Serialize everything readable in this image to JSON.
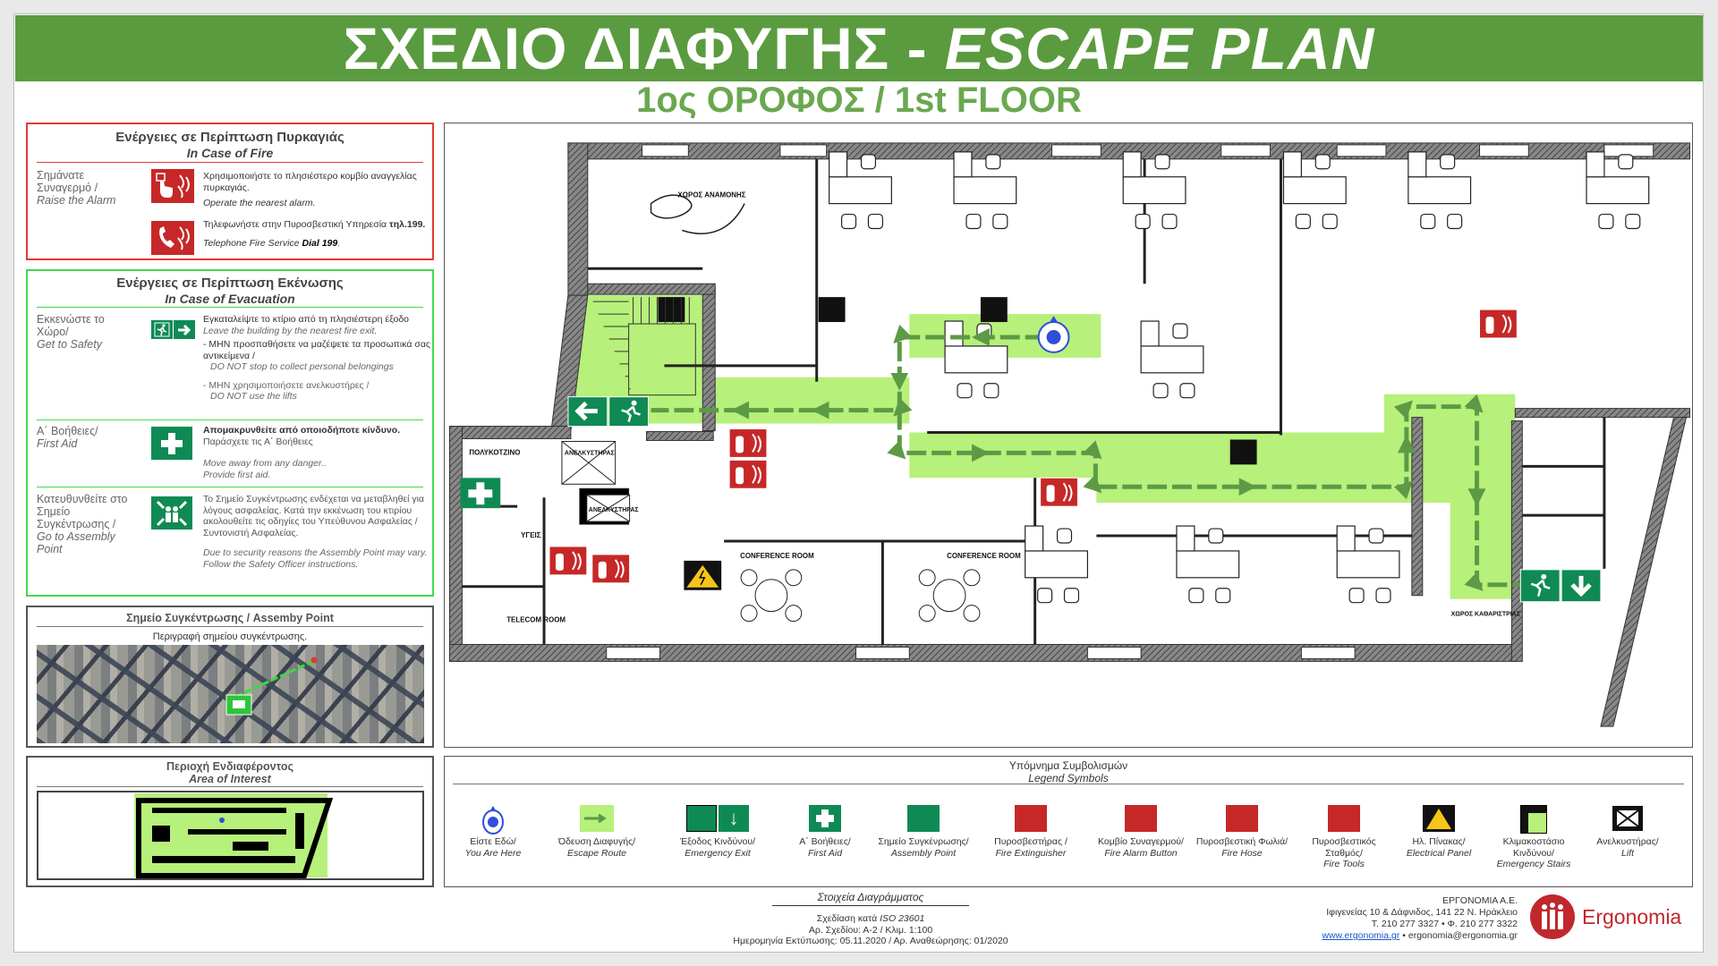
{
  "title": {
    "greek": "ΣΧΕΔΙΟ ΔΙΑΦΥΓΗΣ -",
    "english": "ESCAPE PLAN"
  },
  "subtitle": "1ος ΟΡΟΦΟΣ / 1st FLOOR",
  "colors": {
    "title_bar": "#5a9b3f",
    "escape_route": "#b7f07a",
    "arrow": "#5d9a46",
    "sign_red": "#c62828",
    "sign_green": "#0f8a55",
    "you_are_here": "#2f4fd8",
    "fire_border": "#e53935",
    "evac_border": "#43d94f",
    "logo_red": "#c0282d"
  },
  "fire": {
    "heading_gr": "Ενέργειες σε Περίπτωση Πυρκαγιάς",
    "heading_en": "In Case of Fire",
    "label_gr": "Σημάνατε Συναγερμό /",
    "label_en": "Raise the Alarm",
    "row1_gr": "Χρησιμοποιήστε το πλησιέστερο κομβίο αναγγελίας πυρκαγιάς.",
    "row1_en": "Operate the nearest alarm.",
    "row2_gr": "Τηλεφωνήστε στην Πυροσβεστική Υπηρεσία",
    "row2_gr_bold": "τηλ.199.",
    "row2_en": "Telephone Fire Service",
    "row2_en_bold": "Dial 199",
    "icon1": "fire-alarm-button-icon",
    "icon2": "fire-phone-icon"
  },
  "evacuation": {
    "heading_gr": "Ενέργειες σε Περίπτωση Εκένωσης",
    "heading_en": "In Case of Evacuation",
    "rows": [
      {
        "label_gr": "Εκκενώστε το Χώρο/",
        "label_en": "Get to Safety",
        "text_gr": "Εγκαταλείψτε το κτίριο από τη πλησιέστερη έξοδο",
        "text_en": "Leave the building by the nearest fire exit.",
        "note1_gr": "- ΜΗΝ προσπαθήσετε να μαζέψετε τα προσωπικά   σας αντικείμενα /",
        "note1_en": "DO NOT stop to collect personal belongings",
        "note2_gr": "- ΜΗΝ χρησιμοποιήσετε ανελκυστήρες /",
        "note2_en": "DO NOT use the lifts",
        "icon": "emergency-exit-icon"
      },
      {
        "label_gr": "Α΄ Βοήθειες/",
        "label_en": "First Aid",
        "text_gr_bold": "Απομακρυνθείτε από οποιοδήποτε κίνδυνο.",
        "text_gr": "Παράσχετε τις Α΄ Βοήθειες",
        "text_en": "Move away from any danger.. Provide first aid.",
        "icon": "first-aid-icon"
      },
      {
        "label_gr": "Κατευθυνθείτε στο Σημείο Συγκέντρωσης /",
        "label_en": "Go to Assembly Point",
        "text_gr": "Το Σημείο Συγκέντρωσης ενδέχεται να μεταβληθεί για λόγους ασφαλείας. Κατά την εκκένωση του κτιρίου ακολουθείτε τις οδηγίες του Υπεύθυνου Ασφαλείας / Συντονιστή Ασφαλείας.",
        "text_en": "Due to security reasons the Assembly Point may vary. Follow the Safety Officer instructions.",
        "icon": "assembly-point-icon"
      }
    ]
  },
  "assembly": {
    "heading": "Σημείο Συγκέντρωσης / Assemby Point",
    "description": "Περιγραφή σημείου συγκέντρωσης."
  },
  "area": {
    "heading_gr": "Περιοχή Ενδιαφέροντος",
    "heading_en": "Area of Interest"
  },
  "plan": {
    "rooms": [
      "ΧΩΡΟΣ ΑΝΑΜΟΝΗΣ",
      "ΠΟΛΥΚΟΤΖΙΝΟ",
      "ΑΝΕΛΚΥΣΤΗΡΑΣ",
      "ΑΝΕΛΚΥΣΤΗΡΑΣ",
      "ΥΓΕΙΣ",
      "CONFERENCE ROOM",
      "CONFERENCE ROOM",
      "TELECOM ROOM",
      "ΧΩΡΟΣ ΚΑΘΑΡΙΣΤΡΙΑΣ"
    ]
  },
  "legend": {
    "heading_gr": "Υπόμνημα Συμβολισμών",
    "heading_en": "Legend Symbols",
    "items": [
      {
        "gr": "Είστε Εδώ/",
        "en": "You Are Here",
        "icon": "you-are-here-icon"
      },
      {
        "gr": "Όδευση Διαφυγής/",
        "en": "Escape Route",
        "icon": "escape-route-icon"
      },
      {
        "gr": "Έξοδος Κινδύνου/",
        "en": "Emergency Exit",
        "icon": "emergency-exit-icon"
      },
      {
        "gr": "Α΄ Βοήθειες/",
        "en": "First Aid",
        "icon": "first-aid-icon"
      },
      {
        "gr": "Σημείο Συγκένρωσης/",
        "en": "Assembly Point",
        "icon": "assembly-point-icon"
      },
      {
        "gr": "Πυροσβεστήρας /",
        "en": "Fire Extinguisher",
        "icon": "fire-extinguisher-icon"
      },
      {
        "gr": "Κομβίο Συναγερμού/",
        "en": "Fire Alarm Button",
        "icon": "fire-alarm-button-icon"
      },
      {
        "gr": "Πυροσβεστική Φωλιά/",
        "en": "Fire Hose",
        "icon": "fire-hose-icon"
      },
      {
        "gr": "Πυροσβεστικός Σταθμός/",
        "en": "Fire Tools",
        "icon": "fire-tools-icon"
      },
      {
        "gr": "Ηλ. Πίνακας/",
        "en": "Electrical Panel",
        "icon": "electrical-panel-icon"
      },
      {
        "gr": "Κλιμακοστάσιο Κινδύνου/",
        "en": "Emergency Stairs",
        "icon": "emergency-stairs-icon"
      },
      {
        "gr": "Ανελκυστήρας/",
        "en": "Lift",
        "icon": "lift-icon"
      }
    ]
  },
  "diagram": {
    "heading": "Στοιχεία Διαγράμματος",
    "line1_pre": "Σχεδίαση κατά",
    "line1_std": "ISO 23601",
    "line2": "Αρ. Σχεδίου: Α-2 / Κλιμ. 1:100",
    "line3": "Ημερομηνία Εκτύπωσης: 05.11.2020 / Αρ. Αναθεώρησης: 01/2020"
  },
  "company": {
    "name": "ΕΡΓΟΝΟΜΙΑ Α.Ε.",
    "address": "Ιφιγενείας 10 & Δάφνιδος, 141 22 Ν. Ηράκλειο",
    "phone": "Τ. 210 277 3327 • Φ. 210 277 3322",
    "website": "www.ergonomia.gr",
    "email": "• ergonomia@ergonomia.gr",
    "logo_text": "Ergonomia"
  }
}
